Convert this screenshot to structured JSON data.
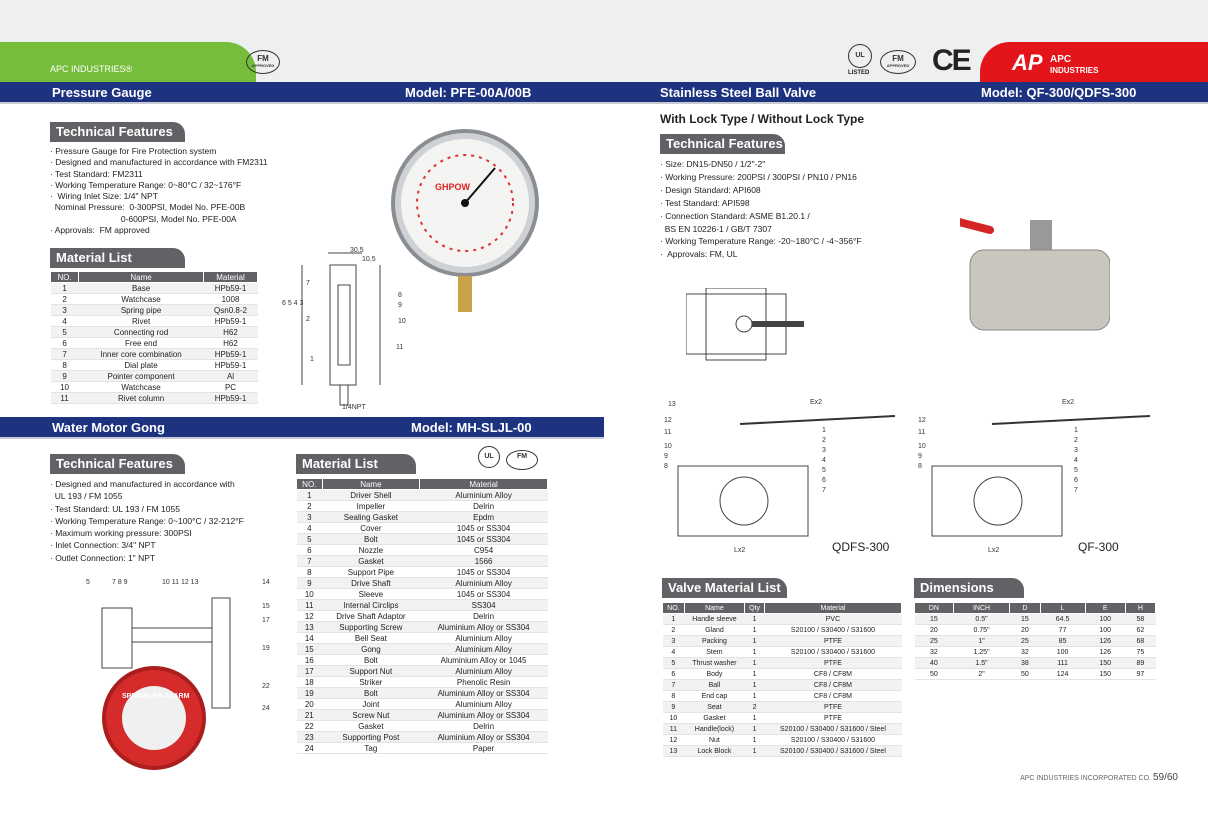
{
  "header": {
    "left_brand": "APC INDUSTRIES®",
    "right_brand_1": "APC",
    "right_brand_2": "INDUSTRIES",
    "cert_fm": "FM",
    "cert_fm_sub": "APPROVED",
    "cert_ul": "UL",
    "cert_ul_sub": "LISTED",
    "cert_ce": "CE"
  },
  "gauge": {
    "title": "Pressure Gauge",
    "model": "Model: PFE-00A/00B",
    "tf_title": "Technical Features",
    "features": [
      "· Pressure Gauge for Fire Protection system",
      "· Designed and manufactured in accordance with FM2311",
      "· Test Standard: FM2311",
      "· Working Temperature Range: 0~80°C / 32~176°F",
      "·  Wiring Inlet Size: 1/4\" NPT",
      "  Nominal Pressure:  0-300PSI, Model No. PFE-00B",
      "                              0-600PSI, Model No. PFE-00A",
      "· Approvals:  FM approved"
    ],
    "ml_title": "Material List",
    "cols": [
      "NO.",
      "Name",
      "Material"
    ],
    "rows": [
      [
        "1",
        "Base",
        "HPb59-1"
      ],
      [
        "2",
        "Watchcase",
        "1008"
      ],
      [
        "3",
        "Spring pipe",
        "Qsn0.8-2"
      ],
      [
        "4",
        "Rivet",
        "HPb59-1"
      ],
      [
        "5",
        "Connecting rod",
        "H62"
      ],
      [
        "6",
        "Free end",
        "H62"
      ],
      [
        "7",
        "Inner core combination",
        "HPb59-1"
      ],
      [
        "8",
        "Dial plate",
        "HPb59-1"
      ],
      [
        "9",
        "Pointer component",
        "Al"
      ],
      [
        "10",
        "Watchcase",
        "PC"
      ],
      [
        "11",
        "Rivet column",
        "HPb59-1"
      ]
    ],
    "dial_brand": "GHPOW"
  },
  "gong": {
    "title": "Water Motor Gong",
    "model": "Model: MH-SLJL-00",
    "tf_title": "Technical Features",
    "features": [
      "· Designed and manufactured in accordance with",
      "  UL 193 / FM 1055",
      "· Test Standard: UL 193 / FM 1055",
      "· Working Temperature Range: 0~100°C / 32-212°F",
      "· Maximum working pressure: 300PSI",
      "· Inlet Connection: 3/4\" NPT",
      "· Outlet Connection: 1\" NPT"
    ],
    "ml_title": "Material List",
    "cols": [
      "NO.",
      "Name",
      "Material"
    ],
    "rows": [
      [
        "1",
        "Driver Shell",
        "Aluminium Alloy"
      ],
      [
        "2",
        "Impeller",
        "Delrin"
      ],
      [
        "3",
        "Sealing Gasket",
        "Epdm"
      ],
      [
        "4",
        "Cover",
        "1045  or  SS304"
      ],
      [
        "5",
        "Bolt",
        "1045  or  SS304"
      ],
      [
        "6",
        "Nozzle",
        "C954"
      ],
      [
        "7",
        "Gasket",
        "1566"
      ],
      [
        "8",
        "Support Pipe",
        "1045 or SS304"
      ],
      [
        "9",
        "Drive Shaft",
        "Aluminium Alloy"
      ],
      [
        "10",
        "Sleeve",
        "1045 or SS304"
      ],
      [
        "11",
        "Internal Circlips",
        "SS304"
      ],
      [
        "12",
        "Drive Shaft Adaptor",
        "Delrin"
      ],
      [
        "13",
        "Supporting Screw",
        "Aluminium Alloy or SS304"
      ],
      [
        "14",
        "Bell Seat",
        "Aluminium Alloy"
      ],
      [
        "15",
        "Gong",
        "Aluminium Alloy"
      ],
      [
        "16",
        "Bolt",
        "Aluminium Alloy or 1045"
      ],
      [
        "17",
        "Support Nut",
        "Aluminium Alloy"
      ],
      [
        "18",
        "Striker",
        "Phenolic Resin"
      ],
      [
        "19",
        "Bolt",
        "Aluminium Alloy or SS304"
      ],
      [
        "20",
        "Joint",
        "Aluminium Alloy"
      ],
      [
        "21",
        "Screw Nut",
        "Aluminium Alloy or SS304"
      ],
      [
        "22",
        "Gasket",
        "Delrin"
      ],
      [
        "23",
        "Supporting Post",
        "Aluminium Alloy or SS304"
      ],
      [
        "24",
        "Tag",
        "Paper"
      ]
    ],
    "bell_text": "SPRINKLER ALARM"
  },
  "valve": {
    "title": "Stainless Steel Ball Valve",
    "model": "Model: QF-300/QDFS-300",
    "subtitle": "With Lock Type / Without Lock Type",
    "tf_title": "Technical Features",
    "features": [
      "· Size: DN15-DN50 / 1/2\"-2\"",
      "· Working Pressure: 200PSI / 300PSI / PN10 / PN16",
      "· Design Standard: API608",
      "· Test Standard: API598",
      "· Connection Standard: ASME B1.20.1 /",
      "  BS EN 10226-1 / GB/T 7307",
      "· Working Temperature Range: -20~180°C / -4~356°F",
      "·  Approvals: FM, UL"
    ],
    "drawing_1": "QDFS-300",
    "drawing_2": "QF-300",
    "vml_title": "Valve Material List",
    "vcols": [
      "NO.",
      "Name",
      "Qty",
      "Material"
    ],
    "vrows": [
      [
        "1",
        "Handle sleeve",
        "1",
        "PVC"
      ],
      [
        "2",
        "Gland",
        "1",
        "S20100 / S30400 / S31600"
      ],
      [
        "3",
        "Packing",
        "1",
        "PTFE"
      ],
      [
        "4",
        "Stem",
        "1",
        "S20100 / S30400 / S31600"
      ],
      [
        "5",
        "Thrust washer",
        "1",
        "PTFE"
      ],
      [
        "6",
        "Body",
        "1",
        "CF8 / CF8M"
      ],
      [
        "7",
        "Ball",
        "1",
        "CF8 / CF8M"
      ],
      [
        "8",
        "End cap",
        "1",
        "CF8 / CF8M"
      ],
      [
        "9",
        "Seat",
        "2",
        "PTFE"
      ],
      [
        "10",
        "Gasket",
        "1",
        "PTFE"
      ],
      [
        "11",
        "Handle(lock)",
        "1",
        "S20100 / S30400 / S31600 / Steel"
      ],
      [
        "12",
        "Nut",
        "1",
        "S20100 / S30400 / S31600"
      ],
      [
        "13",
        "Lock Block",
        "1",
        "S20100 / S30400 / S31600 / Steel"
      ]
    ],
    "dim_title": "Dimensions",
    "dcols": [
      "DN",
      "INCH",
      "D",
      "L",
      "E",
      "H"
    ],
    "drows": [
      [
        "15",
        "0.5\"",
        "15",
        "64.5",
        "100",
        "58"
      ],
      [
        "20",
        "0.75\"",
        "20",
        "77",
        "100",
        "62"
      ],
      [
        "25",
        "1\"",
        "25",
        "85",
        "126",
        "68"
      ],
      [
        "32",
        "1.25\"",
        "32",
        "100",
        "126",
        "75"
      ],
      [
        "40",
        "1.5\"",
        "38",
        "111",
        "150",
        "89"
      ],
      [
        "50",
        "2\"",
        "50",
        "124",
        "150",
        "97"
      ]
    ]
  },
  "footer": {
    "company": "APC INDUSTRIES INCORPORATED CO.",
    "page": "59/60"
  }
}
